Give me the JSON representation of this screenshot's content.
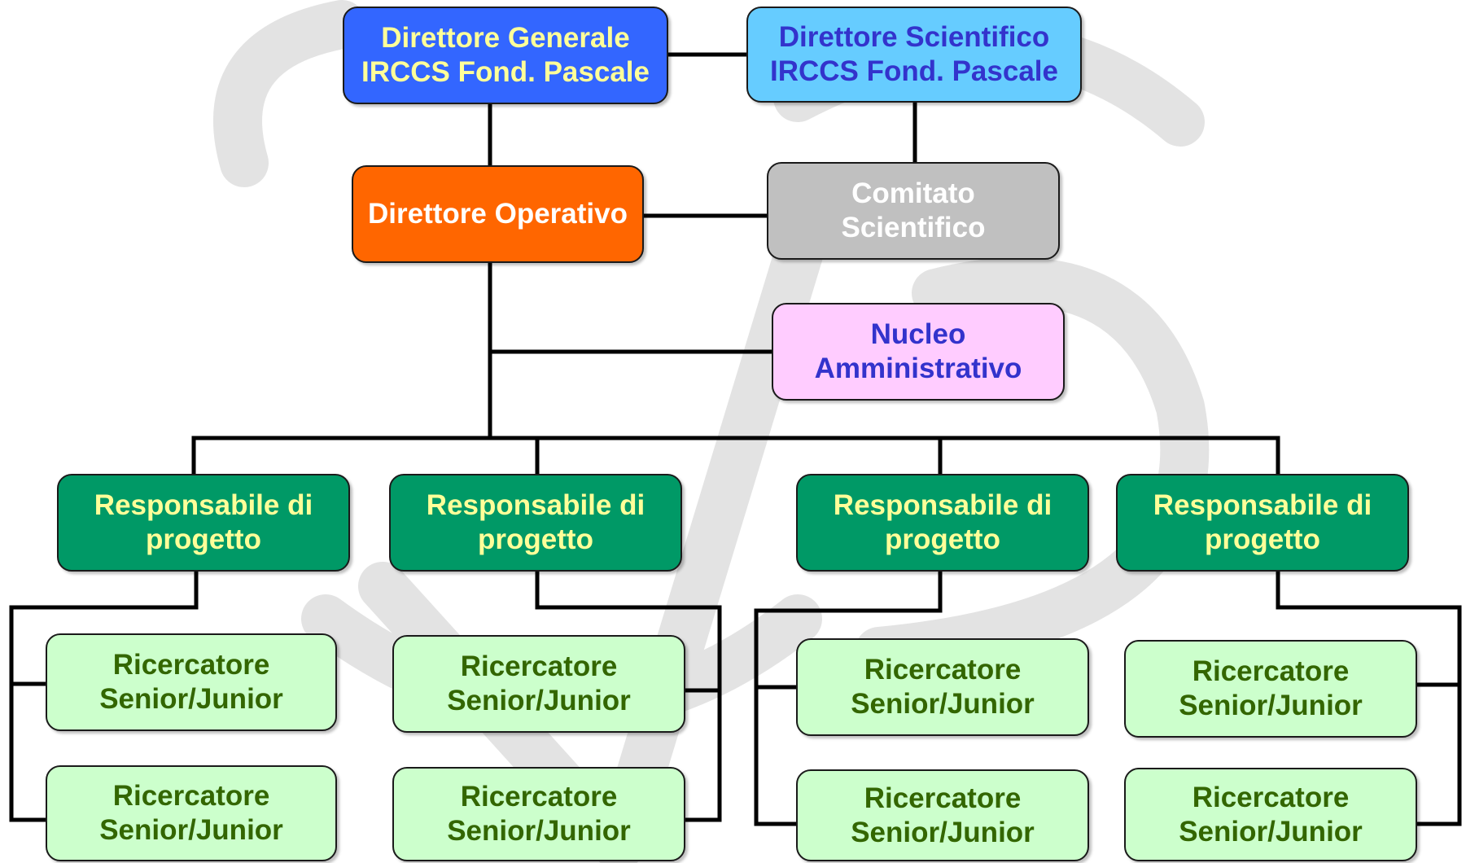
{
  "colors": {
    "lines": "#000000",
    "watermark": "#d9d9d9"
  },
  "nodes": {
    "direttore_generale": "Direttore Generale\nIRCCS Fond. Pascale",
    "direttore_scientifico": "Direttore Scientifico\nIRCCS Fond. Pascale",
    "direttore_operativo": "Direttore Operativo",
    "comitato_scientifico": "Comitato\nScientifico",
    "nucleo_amministrativo": "Nucleo\nAmministrativo",
    "responsabili": [
      "Responsabile di\nprogetto",
      "Responsabile di\nprogetto",
      "Responsabile di\nprogetto",
      "Responsabile di\nprogetto"
    ],
    "ricercatori": [
      "Ricercatore\nSenior/Junior",
      "Ricercatore\nSenior/Junior",
      "Ricercatore\nSenior/Junior",
      "Ricercatore\nSenior/Junior",
      "Ricercatore\nSenior/Junior",
      "Ricercatore\nSenior/Junior",
      "Ricercatore\nSenior/Junior",
      "Ricercatore\nSenior/Junior"
    ]
  }
}
